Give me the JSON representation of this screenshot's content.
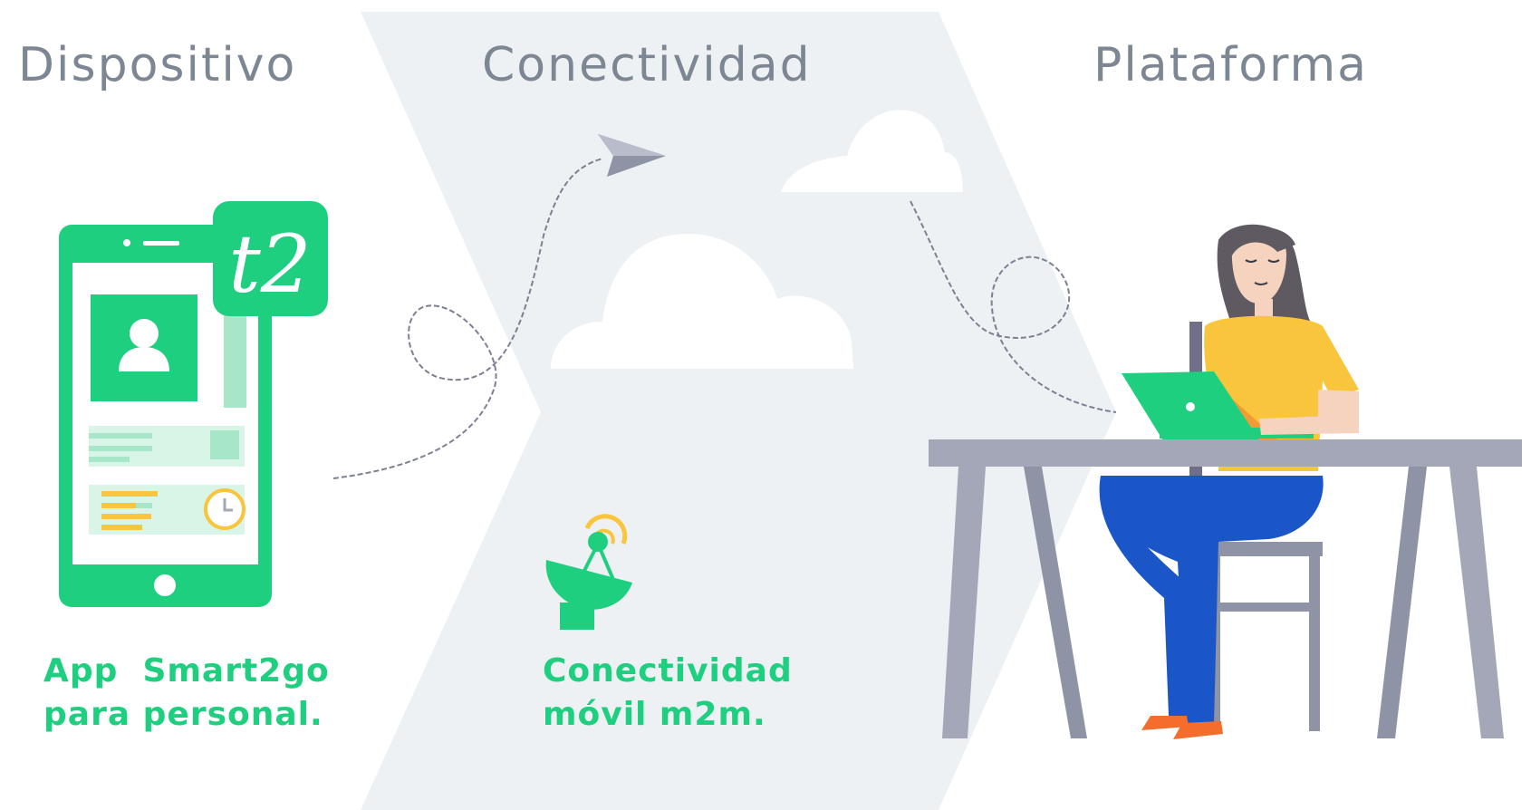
{
  "columns": [
    {
      "heading": "Dispositivo",
      "caption_line1": "App  Smart2go",
      "caption_line2": "para personal.",
      "logo_text": "t2"
    },
    {
      "heading": "Conectividad",
      "caption_line1": "Conectividad",
      "caption_line2": "móvil m2m."
    },
    {
      "heading": "Plataforma"
    }
  ],
  "colors": {
    "accent_green": "#1fcf80",
    "heading_gray": "#7d8794",
    "band_background": "#eef1f3",
    "desk_gray": "#a3a7b8",
    "shirt_yellow": "#f8c53c",
    "pants_blue": "#1a56c8"
  },
  "icons": [
    "phone-illustration",
    "user-icon",
    "clock-icon",
    "paper-plane-icon",
    "cloud-icon",
    "satellite-dish-icon",
    "person-at-desk-illustration"
  ]
}
